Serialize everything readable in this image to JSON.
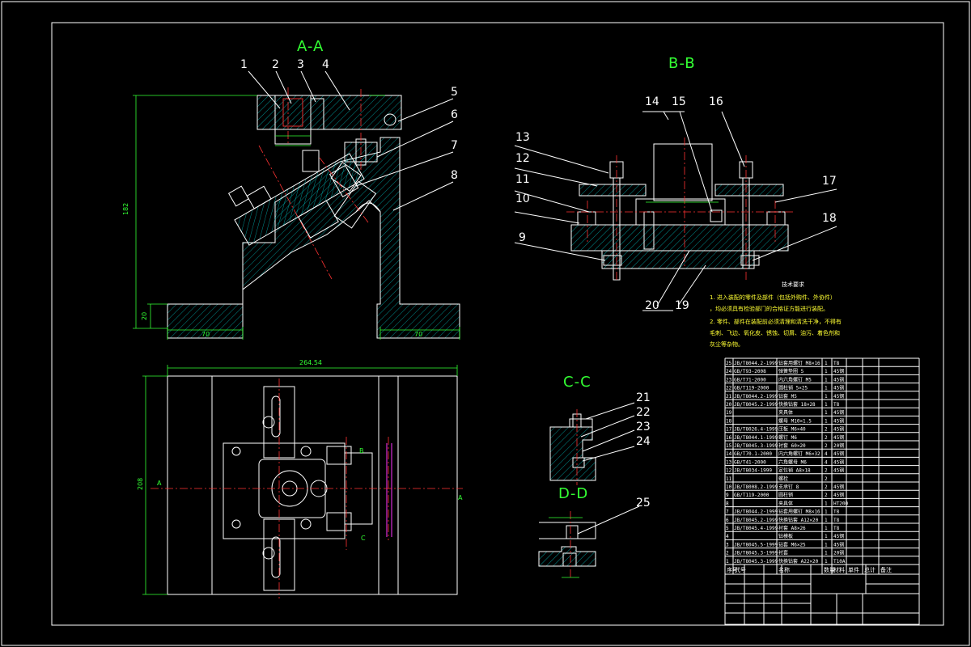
{
  "views": {
    "section_a": "A-A",
    "section_b": "B-B",
    "section_c": "C-C",
    "section_d": "D-D"
  },
  "balloons": [
    "1",
    "2",
    "3",
    "4",
    "5",
    "6",
    "7",
    "8",
    "9",
    "10",
    "11",
    "12",
    "13",
    "14",
    "15",
    "16",
    "17",
    "18",
    "19",
    "20",
    "21",
    "22",
    "23",
    "24",
    "25"
  ],
  "dimensions": {
    "height_left": "182",
    "base_h": "20",
    "base_left": "70",
    "base_right": "70",
    "plan_width": "264.54",
    "plan_height": "208",
    "marker_a": "A",
    "marker_b": "B",
    "marker_c": "C"
  },
  "notes": {
    "heading": "技术要求",
    "lines": [
      "1. 进入装配的零件及部件（包括外购件、外协件）",
      "，均必须具有检验部门的合格证方能进行装配。",
      "2. 零件、部件在装配前必须清理和清洗干净，不得有",
      "毛刺、飞边、氧化皮、锈蚀、切屑、油污、着色剂和",
      "灰尘等杂物。"
    ]
  },
  "bom": {
    "rows": [
      {
        "no": "25",
        "code": "JB/T8044.2-1999",
        "name": "钻套用螺钉 M8×16",
        "qty": "1",
        "mat": "T8"
      },
      {
        "no": "24",
        "code": "GB/T93-2008",
        "name": "弹簧垫圈 5",
        "qty": "1",
        "mat": "45钢"
      },
      {
        "no": "23",
        "code": "GB/T71-2000",
        "name": "内六角螺钉 M5",
        "qty": "1",
        "mat": "45钢"
      },
      {
        "no": "22",
        "code": "GB/T119-2000",
        "name": "圆柱销 5×25",
        "qty": "1",
        "mat": "45钢"
      },
      {
        "no": "21",
        "code": "JB/T8044.2-1999",
        "name": "钻套 M5",
        "qty": "1",
        "mat": "45钢"
      },
      {
        "no": "20",
        "code": "JB/T8045.2-1999",
        "name": "快换钻套 18×28",
        "qty": "1",
        "mat": "T8"
      },
      {
        "no": "19",
        "code": "",
        "name": "夹具体",
        "qty": "1",
        "mat": "45钢"
      },
      {
        "no": "18",
        "code": "",
        "name": "螺母 M10×1.5",
        "qty": "1",
        "mat": "45钢"
      },
      {
        "no": "17",
        "code": "JB/T8026.4-1999",
        "name": "压板 M6×40",
        "qty": "2",
        "mat": "45钢"
      },
      {
        "no": "16",
        "code": "JB/T8044.1-1999",
        "name": "螺钉 M6",
        "qty": "2",
        "mat": "45钢"
      },
      {
        "no": "15",
        "code": "JB/T8045.3-1999",
        "name": "衬套 60×20",
        "qty": "2",
        "mat": "20钢"
      },
      {
        "no": "14",
        "code": "GB/T70.1-2000",
        "name": "内六角螺钉 M6×32",
        "qty": "4",
        "mat": "45钢"
      },
      {
        "no": "13",
        "code": "GB/T41-2000",
        "name": "六角螺母 M6",
        "qty": "4",
        "mat": "45钢"
      },
      {
        "no": "12",
        "code": "JB/T8034-1999",
        "name": "定位销 A8×18",
        "qty": "2",
        "mat": "45钢"
      },
      {
        "no": "11",
        "code": "",
        "name": "螺栓",
        "qty": "2",
        "mat": ""
      },
      {
        "no": "10",
        "code": "JB/T8008.2-1999",
        "name": "支承钉 8",
        "qty": "2",
        "mat": "45钢"
      },
      {
        "no": "9",
        "code": "GB/T119-2000",
        "name": "圆柱销",
        "qty": "2",
        "mat": "45钢"
      },
      {
        "no": "8",
        "code": "",
        "name": "夹具体",
        "qty": "1",
        "mat": "HT200"
      },
      {
        "no": "7",
        "code": "JB/T8044.2-1999",
        "name": "钻套用螺钉 M8×16",
        "qty": "1",
        "mat": "T8"
      },
      {
        "no": "6",
        "code": "JB/T8045.2-1999",
        "name": "快换钻套 A12×20",
        "qty": "1",
        "mat": "T8"
      },
      {
        "no": "5",
        "code": "JB/T8045.4-1999",
        "name": "衬套 A8×26",
        "qty": "1",
        "mat": "T8"
      },
      {
        "no": "4",
        "code": "",
        "name": "钻模板",
        "qty": "1",
        "mat": "45钢"
      },
      {
        "no": "3",
        "code": "JB/T8045.5-1999",
        "name": "钻套 M6×25",
        "qty": "1",
        "mat": "45钢"
      },
      {
        "no": "2",
        "code": "JB/T8045.3-1999",
        "name": "衬套",
        "qty": "1",
        "mat": "20钢"
      },
      {
        "no": "1",
        "code": "JB/T8045.3-1999",
        "name": "快换钻套 A22×20",
        "qty": "1",
        "mat": "T10A"
      }
    ],
    "header": [
      "序号",
      "代号",
      "名称",
      "数量",
      "材料",
      "单件",
      "总计",
      "备注"
    ]
  },
  "colors": {
    "background": "#000000",
    "outline": "#ffffff",
    "dimension": "#33ff33",
    "centerline": "#ff3333",
    "hatch": "#00ffff",
    "note": "#ffff33"
  }
}
